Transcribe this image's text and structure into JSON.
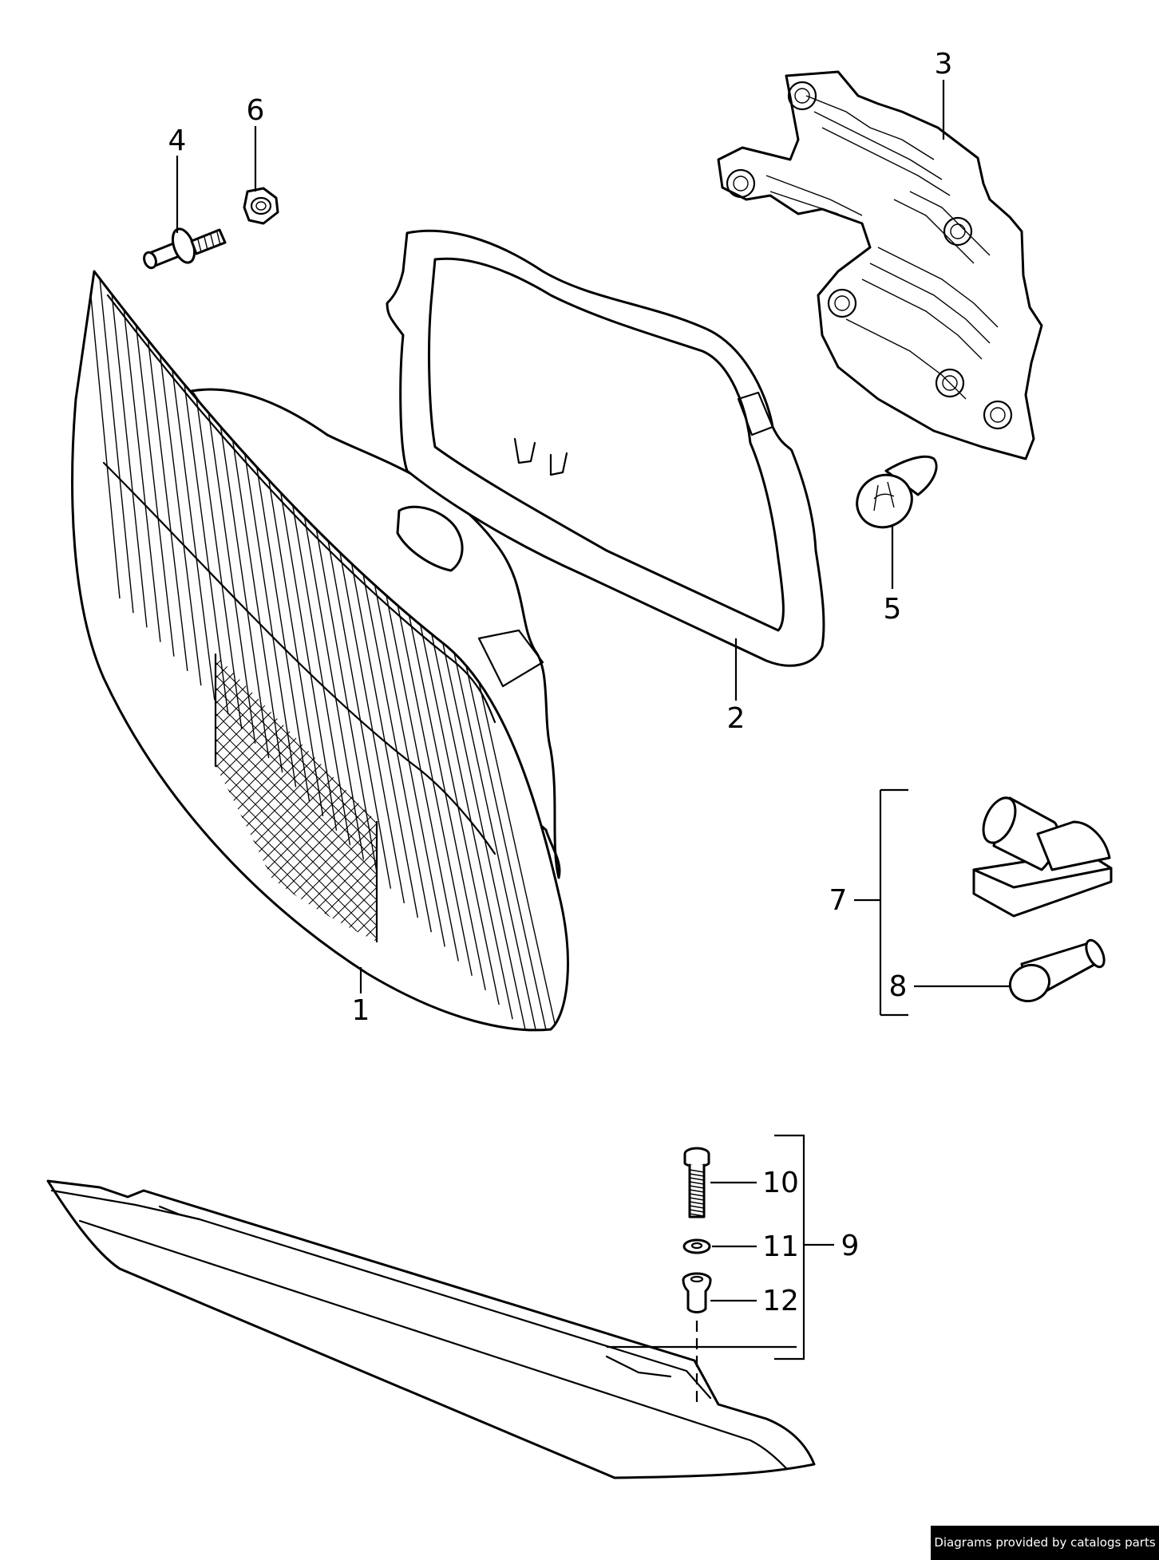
{
  "callouts": {
    "c1": "1",
    "c2": "2",
    "c3": "3",
    "c4": "4",
    "c5": "5",
    "c6": "6",
    "c7": "7",
    "c8": "8",
    "c9": "9",
    "c10": "10",
    "c11": "11",
    "c12": "12"
  },
  "credit": "Diagrams provided by catalogs parts"
}
